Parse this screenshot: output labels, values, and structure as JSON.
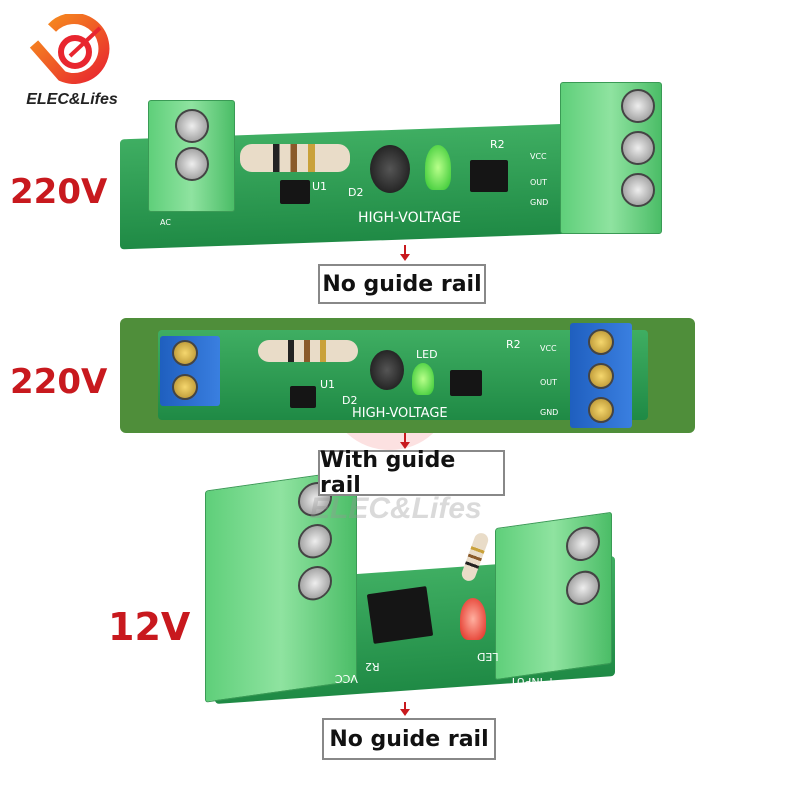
{
  "logo": {
    "brand": "ELEC&Lifes",
    "icon": "elec-lifes-logo",
    "colors": [
      "#f05a28",
      "#e8262f"
    ]
  },
  "watermark": "ELEC&Lifes",
  "products": [
    {
      "voltage": "220V",
      "caption": "No guide rail",
      "silk": {
        "title": "HIGH-VOLTAGE",
        "r2": "R2",
        "vcc": "VCC",
        "out": "OUT",
        "gnd": "GND",
        "ac": "AC",
        "d2": "D2",
        "u1": "U1"
      }
    },
    {
      "voltage": "220V",
      "caption": "With guide rail",
      "silk": {
        "title": "HIGH-VOLTAGE",
        "r2": "R2",
        "vcc": "VCC",
        "out": "OUT",
        "gnd": "GND",
        "led": "LED",
        "d2": "D2",
        "u1": "U1"
      }
    },
    {
      "voltage": "12V",
      "caption": "No guide rail",
      "silk": {
        "input": "+ INPUT",
        "led": "LED",
        "r2": "R2",
        "vcc": "VCC"
      }
    }
  ],
  "colors": {
    "voltage_text": "#c8191e",
    "arrow": "#c8191e",
    "pcb": "#2a9a50",
    "terminal": "#6fd88a"
  }
}
